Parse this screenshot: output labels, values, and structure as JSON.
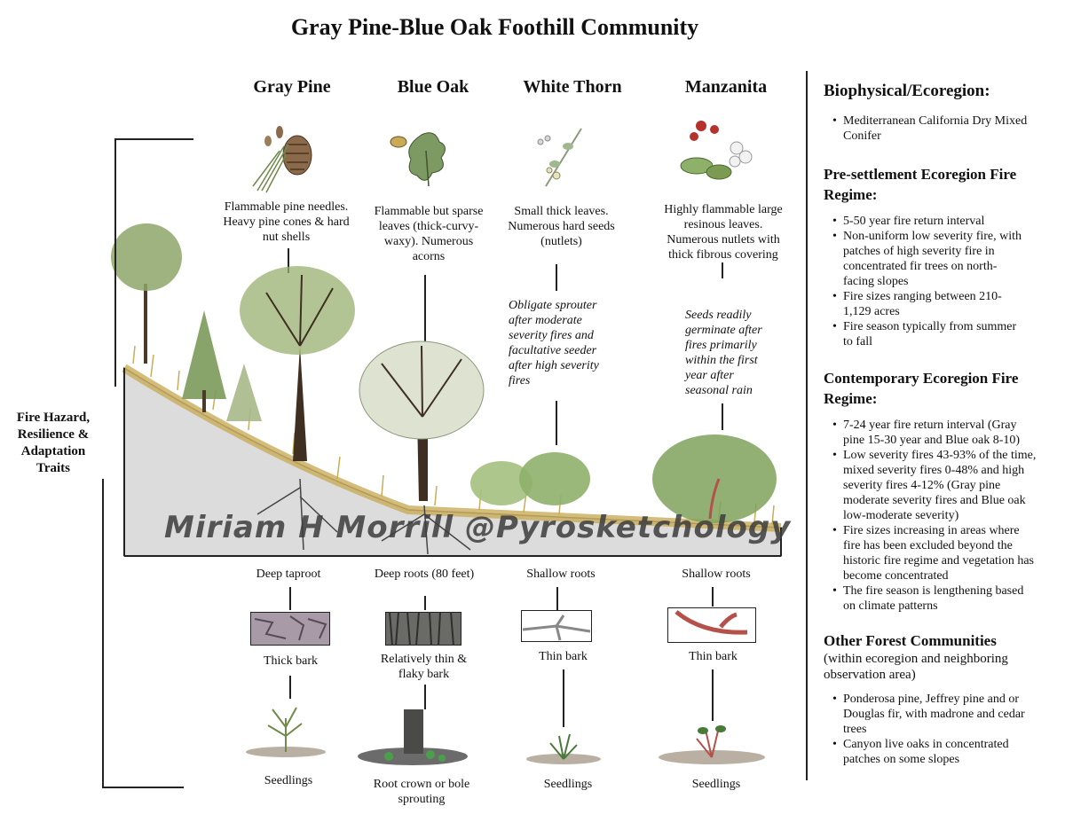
{
  "title": "Gray Pine-Blue Oak Foothill Community",
  "side_label": "Fire Hazard, Resilience & Adaptation Traits",
  "watermark": "Miriam H Morrill @Pyrosketchology",
  "species": [
    {
      "name": "Gray Pine",
      "traits": "Flammable pine needles. Heavy pine cones & hard nut shells",
      "response": "",
      "roots": "Deep taproot",
      "bark": "Thick bark",
      "regen": "Seedlings"
    },
    {
      "name": "Blue Oak",
      "traits": "Flammable but sparse leaves (thick-curvy-waxy). Numerous acorns",
      "response": "",
      "roots": "Deep roots (80 feet)",
      "bark": "Relatively thin & flaky bark",
      "regen": "Root crown or bole sprouting"
    },
    {
      "name": "White Thorn",
      "traits": "Small thick leaves. Numerous hard seeds (nutlets)",
      "response": "Obligate sprouter after moderate severity fires and facultative seeder after high severity fires",
      "roots": "Shallow roots",
      "bark": "Thin bark",
      "regen": "Seedlings"
    },
    {
      "name": "Manzanita",
      "traits": "Highly flammable large resinous leaves. Numerous nutlets with thick fibrous covering",
      "response": "Seeds readily germinate after fires primarily within the first year after seasonal rain",
      "roots": "Shallow roots",
      "bark": "Thin bark",
      "regen": "Seedlings"
    }
  ],
  "panel": {
    "biophysical": {
      "heading": "Biophysical/Ecoregion:",
      "items": [
        "Mediterranean California Dry Mixed Conifer"
      ]
    },
    "presettlement": {
      "heading": "Pre-settlement Ecoregion Fire Regime:",
      "items": [
        "5-50 year fire return interval",
        "Non-uniform low severity fire, with patches of high severity fire in concentrated fir trees on north-facing slopes",
        "Fire sizes ranging between 210-1,129 acres",
        "Fire season typically from summer to fall"
      ]
    },
    "contemporary": {
      "heading": "Contemporary Ecoregion Fire Regime:",
      "items": [
        "7-24 year fire return interval (Gray pine 15-30 year and Blue oak 8-10)",
        "Low severity fires 43-93% of the time, mixed severity fires 0-48% and high severity fires 4-12% (Gray pine moderate severity fires and Blue oak low-moderate severity)",
        "Fire sizes increasing in areas where fire has been excluded beyond the historic fire regime and vegetation has become concentrated",
        "The fire season is lengthening  based on climate patterns"
      ]
    },
    "other": {
      "heading": "Other Forest Communities",
      "subheading": "(within ecoregion and neighboring observation area)",
      "items": [
        "Ponderosa pine, Jeffrey pine and or Douglas fir, with madrone and cedar trees",
        "Canyon live oaks in concentrated patches on some slopes"
      ]
    }
  },
  "colors": {
    "pine": "#6f8a4a",
    "oak": "#7d9a62",
    "shrub": "#8fb06a",
    "grass": "#d9c27a",
    "ground": "#d8d8d8",
    "bark_red": "#b5514b"
  }
}
